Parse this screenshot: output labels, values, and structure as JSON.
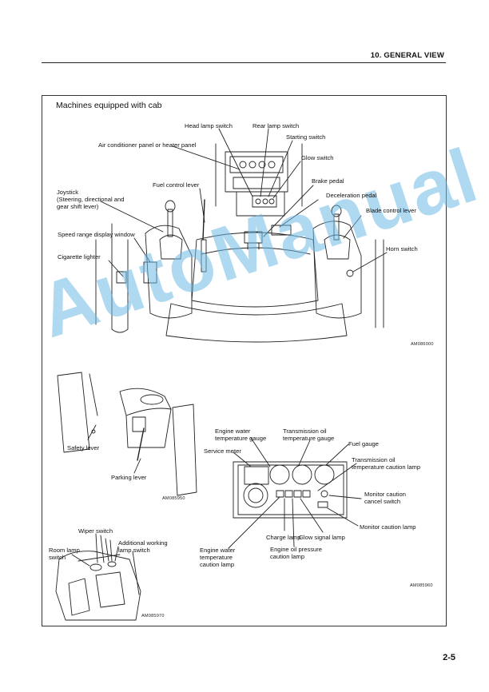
{
  "header": {
    "title": "10. GENERAL VIEW"
  },
  "section": {
    "title": "Machines equipped with cab"
  },
  "labels": {
    "head_lamp_switch": "Head lamp switch",
    "rear_lamp_switch": "Rear lamp switch",
    "starting_switch": "Starting switch",
    "air_conditioner": "Air conditioner panel or heater panel",
    "glow_switch": "Glow switch",
    "fuel_control_lever": "Fuel control lever",
    "brake_pedal": "Brake pedal",
    "joystick_1": "Joystick",
    "joystick_2": "(Steering, directional and",
    "joystick_3": "gear shift lever)",
    "deceleration_pedal": "Deceleration pedal",
    "blade_control_lever": "Blade control lever",
    "speed_range": "Speed range display window",
    "horn_switch": "Horn switch",
    "cigarette_lighter": "Cigarette lighter",
    "safety_lever": "Safety lever",
    "parking_lever": "Parking lever",
    "engine_water_gauge_1": "Engine water",
    "engine_water_gauge_2": "temperature gauge",
    "trans_oil_gauge_1": "Transmission oil",
    "trans_oil_gauge_2": "temperature gauge",
    "fuel_gauge": "Fuel gauge",
    "service_meter": "Service meter",
    "trans_caution_1": "Transmission oil",
    "trans_caution_2": "temperature caution lamp",
    "monitor_cancel_1": "Monitor caution",
    "monitor_cancel_2": "cancel switch",
    "monitor_caution_lamp": "Monitor caution lamp",
    "charge_lamp": "Charge lamp",
    "glow_signal_lamp": "Glow signal lamp",
    "engine_water_caution_1": "Engine water",
    "engine_water_caution_2": "temperature",
    "engine_water_caution_3": "caution lamp",
    "engine_oil_caution_1": "Engine oil pressure",
    "engine_oil_caution_2": "caution lamp",
    "wiper_switch": "Wiper switch",
    "additional_lamp_1": "Additional working",
    "additional_lamp_2": "lamp switch",
    "room_lamp_1": "Room lamp",
    "room_lamp_2": "switch"
  },
  "figure_codes": {
    "cab": "AM086000",
    "levers": "AM085950",
    "panel": "AM085960",
    "roof": "AM085970"
  },
  "watermark": "AutoManual",
  "page_number": "2-5"
}
